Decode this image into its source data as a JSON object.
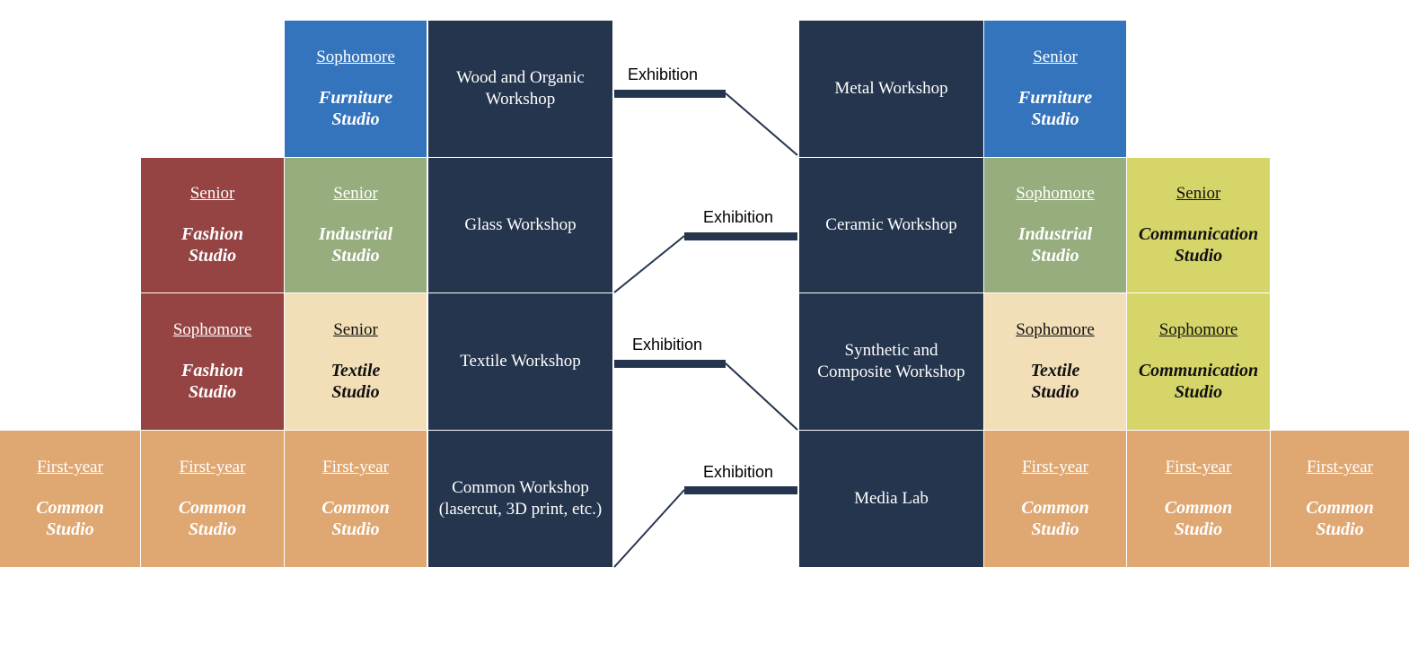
{
  "colors": {
    "navy": "#24354d",
    "blue": "#3474bd",
    "red": "#954343",
    "green": "#97ad7e",
    "cream": "#f3dfb7",
    "yellow": "#d6d56a",
    "orange": "#dfa771"
  },
  "studios": [
    {
      "id": "s-furn-soph",
      "year": "Sophomore",
      "name": "Furniture Studio",
      "color": "blue"
    },
    {
      "id": "s-fash-sen",
      "year": "Senior",
      "name": "Fashion Studio",
      "color": "red"
    },
    {
      "id": "s-ind-sen",
      "year": "Senior",
      "name": "Industrial Studio",
      "color": "green"
    },
    {
      "id": "s-fash-soph",
      "year": "Sophomore",
      "name": "Fashion Studio",
      "color": "red"
    },
    {
      "id": "s-tex-sen",
      "year": "Senior",
      "name": "Textile Studio",
      "color": "cream"
    },
    {
      "id": "s-com-1",
      "year": "First-year",
      "name": "Common Studio",
      "color": "orange"
    },
    {
      "id": "s-com-2",
      "year": "First-year",
      "name": "Common Studio",
      "color": "orange"
    },
    {
      "id": "s-com-3",
      "year": "First-year",
      "name": "Common Studio",
      "color": "orange"
    },
    {
      "id": "s-furn-sen",
      "year": "Senior",
      "name": "Furniture Studio",
      "color": "blue"
    },
    {
      "id": "s-ind-soph",
      "year": "Sophomore",
      "name": "Industrial Studio",
      "color": "green"
    },
    {
      "id": "s-comm-sen",
      "year": "Senior",
      "name": "Communication Studio",
      "color": "yellow"
    },
    {
      "id": "s-tex-soph",
      "year": "Sophomore",
      "name": "Textile Studio",
      "color": "cream"
    },
    {
      "id": "s-comm-soph",
      "year": "Sophomore",
      "name": "Communication Studio",
      "color": "yellow"
    },
    {
      "id": "s-com-4",
      "year": "First-year",
      "name": "Common Studio",
      "color": "orange"
    },
    {
      "id": "s-com-5",
      "year": "First-year",
      "name": "Common Studio",
      "color": "orange"
    },
    {
      "id": "s-com-6",
      "year": "First-year",
      "name": "Common Studio",
      "color": "orange"
    }
  ],
  "workshops": [
    {
      "id": "w-wood",
      "label": "Wood and Organic\nWorkshop"
    },
    {
      "id": "w-glass",
      "label": "Glass Workshop"
    },
    {
      "id": "w-textile",
      "label": "Textile Workshop"
    },
    {
      "id": "w-common",
      "label": "Common Workshop\n(lasercut, 3D print, etc.)"
    },
    {
      "id": "w-metal",
      "label": "Metal Workshop"
    },
    {
      "id": "w-ceramic",
      "label": "Ceramic Workshop"
    },
    {
      "id": "w-synth",
      "label": "Synthetic and\nComposite Workshop"
    },
    {
      "id": "w-media",
      "label": "Media Lab"
    }
  ],
  "exhibitions": [
    {
      "label": "Exhibition"
    },
    {
      "label": "Exhibition"
    },
    {
      "label": "Exhibition"
    },
    {
      "label": "Exhibition"
    }
  ]
}
